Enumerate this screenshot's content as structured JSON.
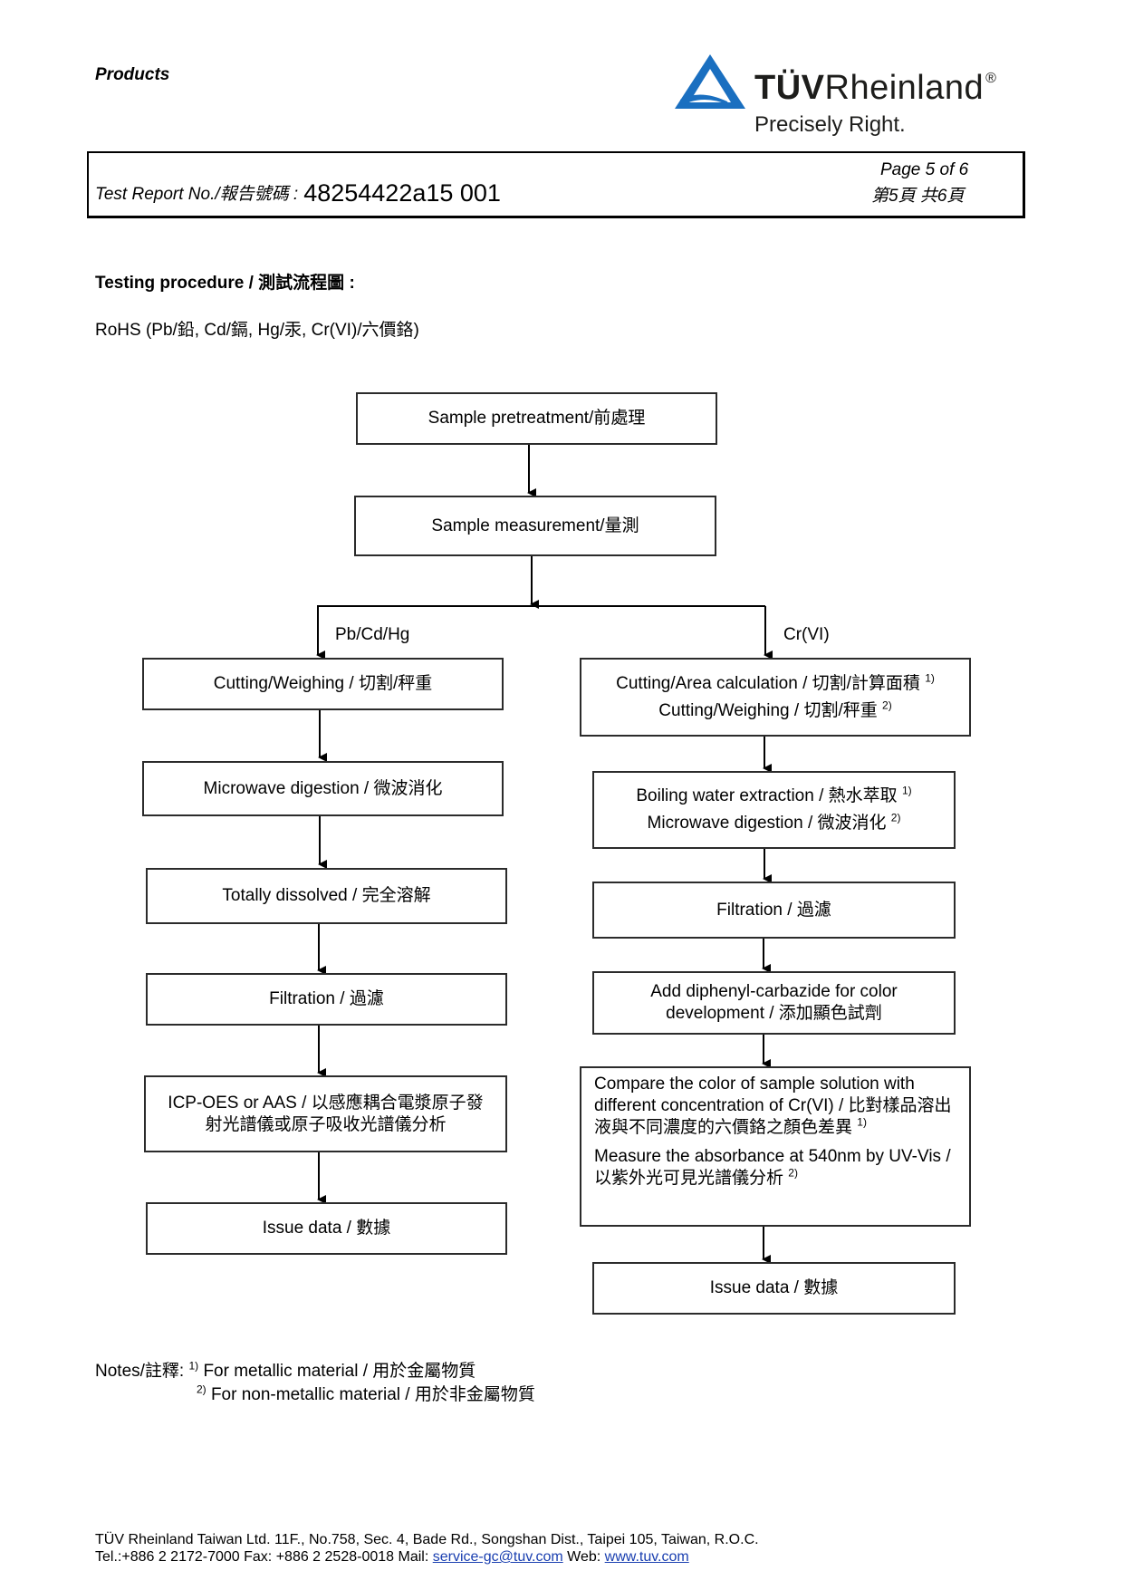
{
  "header": {
    "products_label": "Products",
    "brand_bold": "TÜV",
    "brand_regular": "Rheinland",
    "brand_mark": "®",
    "tagline": "Precisely Right.",
    "report_label": "Test Report No./報告號碼 :",
    "report_number": "48254422a15 001",
    "page_en": "Page 5 of 6",
    "page_zh": "第5頁 共6頁",
    "logo_color": "#1a6fc0"
  },
  "section": {
    "title": "Testing procedure / 測試流程圖 :",
    "rohs": "RoHS (Pb/鉛, Cd/鎘, Hg/汞, Cr(VI)/六價鉻)"
  },
  "flow": {
    "top": [
      "Sample pretreatment/前處理",
      "Sample measurement/量測"
    ],
    "left_label": "Pb/Cd/Hg",
    "right_label": "Cr(VI)",
    "left": [
      "Cutting/Weighing / 切割/秤重",
      "Microwave digestion / 微波消化",
      "Totally dissolved / 完全溶解",
      "Filtration / 過濾",
      "ICP-OES or AAS / 以感應耦合電漿原子發射光譜儀或原子吸收光譜儀分析",
      "Issue data / 數據"
    ],
    "right": {
      "r1_line1": "Cutting/Area calculation / 切割/計算面積",
      "r1_line2": "Cutting/Weighing / 切割/秤重",
      "r2_line1": "Boiling water extraction / 熱水萃取",
      "r2_line2": "Microwave digestion / 微波消化",
      "r3": "Filtration / 過濾",
      "r4": "Add diphenyl-carbazide for color development / 添加顯色試劑",
      "r5_para1": "Compare the color of sample solution with different concentration of Cr(VI) / 比對樣品溶出液與不同濃度的六價鉻之顏色差異",
      "r5_para2": "Measure the absorbance at 540nm by UV-Vis / 以紫外光可見光譜儀分析",
      "r6": "Issue data / 數據"
    },
    "sup1": "1)",
    "sup2": "2)"
  },
  "notes": {
    "label": "Notes/註釋:",
    "note1": "For metallic material / 用於金屬物質",
    "note2": "For non-metallic material / 用於非金屬物質"
  },
  "footer": {
    "line1": "TÜV Rheinland Taiwan Ltd.  11F., No.758, Sec. 4, Bade Rd., Songshan Dist., Taipei 105, Taiwan, R.O.C.",
    "line2_prefix": "Tel.:+886 2 2172-7000   Fax: +886 2 2528-0018   Mail: ",
    "mail": "service-gc@tuv.com",
    "web_label": "   Web: ",
    "web": "www.tuv.com"
  }
}
